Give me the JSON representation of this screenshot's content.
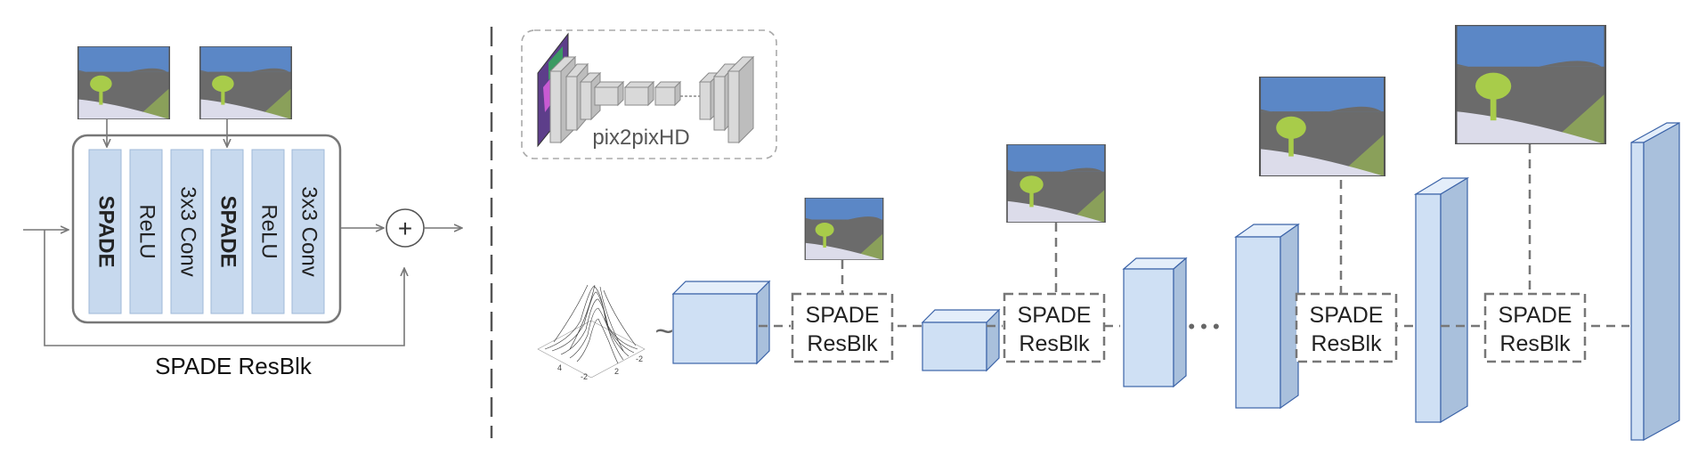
{
  "left_panel": {
    "title": "SPADE ResBlk",
    "layers": [
      {
        "label": "SPADE",
        "bold": true
      },
      {
        "label": "ReLU",
        "bold": false
      },
      {
        "label": "3x3 Conv",
        "bold": false
      },
      {
        "label": "SPADE",
        "bold": true
      },
      {
        "label": "ReLU",
        "bold": false
      },
      {
        "label": "3x3 Conv",
        "bold": false
      }
    ],
    "sum_symbol": "+"
  },
  "right_panel": {
    "inset_label": "pix2pixHD",
    "tilde": "~",
    "ellipsis": "• • •",
    "resblocks": [
      {
        "line1": "SPADE",
        "line2": "ResBlk"
      },
      {
        "line1": "SPADE",
        "line2": "ResBlk"
      },
      {
        "line1": "SPADE",
        "line2": "ResBlk"
      },
      {
        "line1": "SPADE",
        "line2": "ResBlk"
      }
    ]
  },
  "colors": {
    "layer_fill": "#c7d9ee",
    "layer_stroke": "#9fb9d8",
    "sky": "#5b87c6",
    "road": "#6b6b6b",
    "grass": "#8aa05a",
    "ground": "#dcdcea",
    "tree": "#a8cc4a",
    "line": "#777777",
    "cube_front": "#cfe0f4",
    "cube_top": "#e4eefa",
    "cube_side": "#a9c0dc",
    "cube_edge": "#3b63a8"
  }
}
